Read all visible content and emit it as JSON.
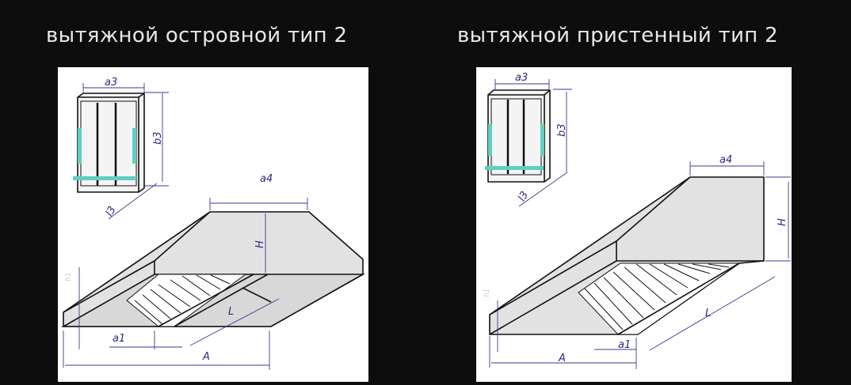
{
  "titles": {
    "left": "вытяжной островной тип 2",
    "right": "вытяжной пристенный тип 2"
  },
  "diagram_left": {
    "labels": {
      "a3": "a3",
      "b3": "b3",
      "l3": "l3",
      "a4": "a4",
      "H": "H",
      "a1": "a1",
      "L": "L",
      "A": "A",
      "h1": "h1"
    }
  },
  "diagram_right": {
    "labels": {
      "a3": "a3",
      "b3": "b3",
      "l3": "l3",
      "a4": "a4",
      "H": "H",
      "a1": "a1",
      "L": "L",
      "A": "A",
      "h1": "h1"
    }
  },
  "colors": {
    "background": "#0d0d0d",
    "panel": "#ffffff",
    "dimension": "#2b2b7d",
    "filter_accent": "#5fd0c0"
  }
}
